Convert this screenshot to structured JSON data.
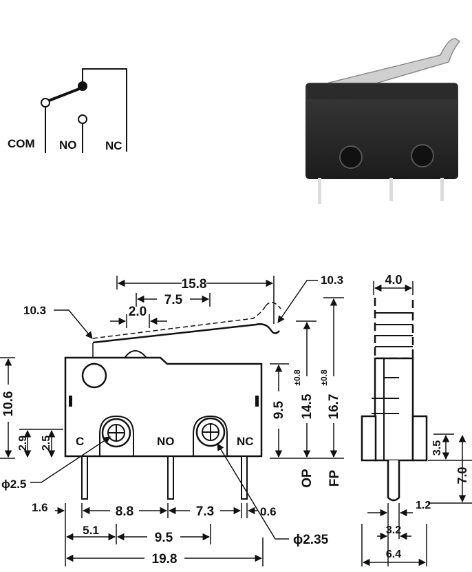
{
  "schematic": {
    "com_label": "COM",
    "no_label": "NO",
    "nc_label": "NC"
  },
  "front_view": {
    "lever_length": "15.8",
    "lever_offset": "7.5",
    "roller_gap": "2.0",
    "lever_angle_left": "10.3",
    "lever_angle_right": "10.3",
    "total_height": "10.6",
    "terminal_height_a": "2.9",
    "terminal_height_b": "2.5",
    "terminal_c_label": "C",
    "terminal_no_label": "NO",
    "terminal_nc_label": "NC",
    "hole_dia_left": "ϕ2.5",
    "hole_dia_right": "ϕ2.35",
    "pin_spacing_1": "8.8",
    "pin_spacing_2": "7.3",
    "edge_left": "1.6",
    "edge_right": "0.6",
    "hole_offset": "5.1",
    "hole_spacing": "9.5",
    "total_width": "19.8",
    "op_label": "OP",
    "fp_label": "FP",
    "op_value": "9.5",
    "op_height": "14.5",
    "op_tol": "±0.8",
    "fp_height": "16.7",
    "fp_tol": "±0.8"
  },
  "side_view": {
    "top_width": "4.0",
    "height_a": "3.5",
    "height_b": "7.0",
    "pin_width": "1.2",
    "pin_span": "3.2",
    "total_width": "6.4"
  }
}
